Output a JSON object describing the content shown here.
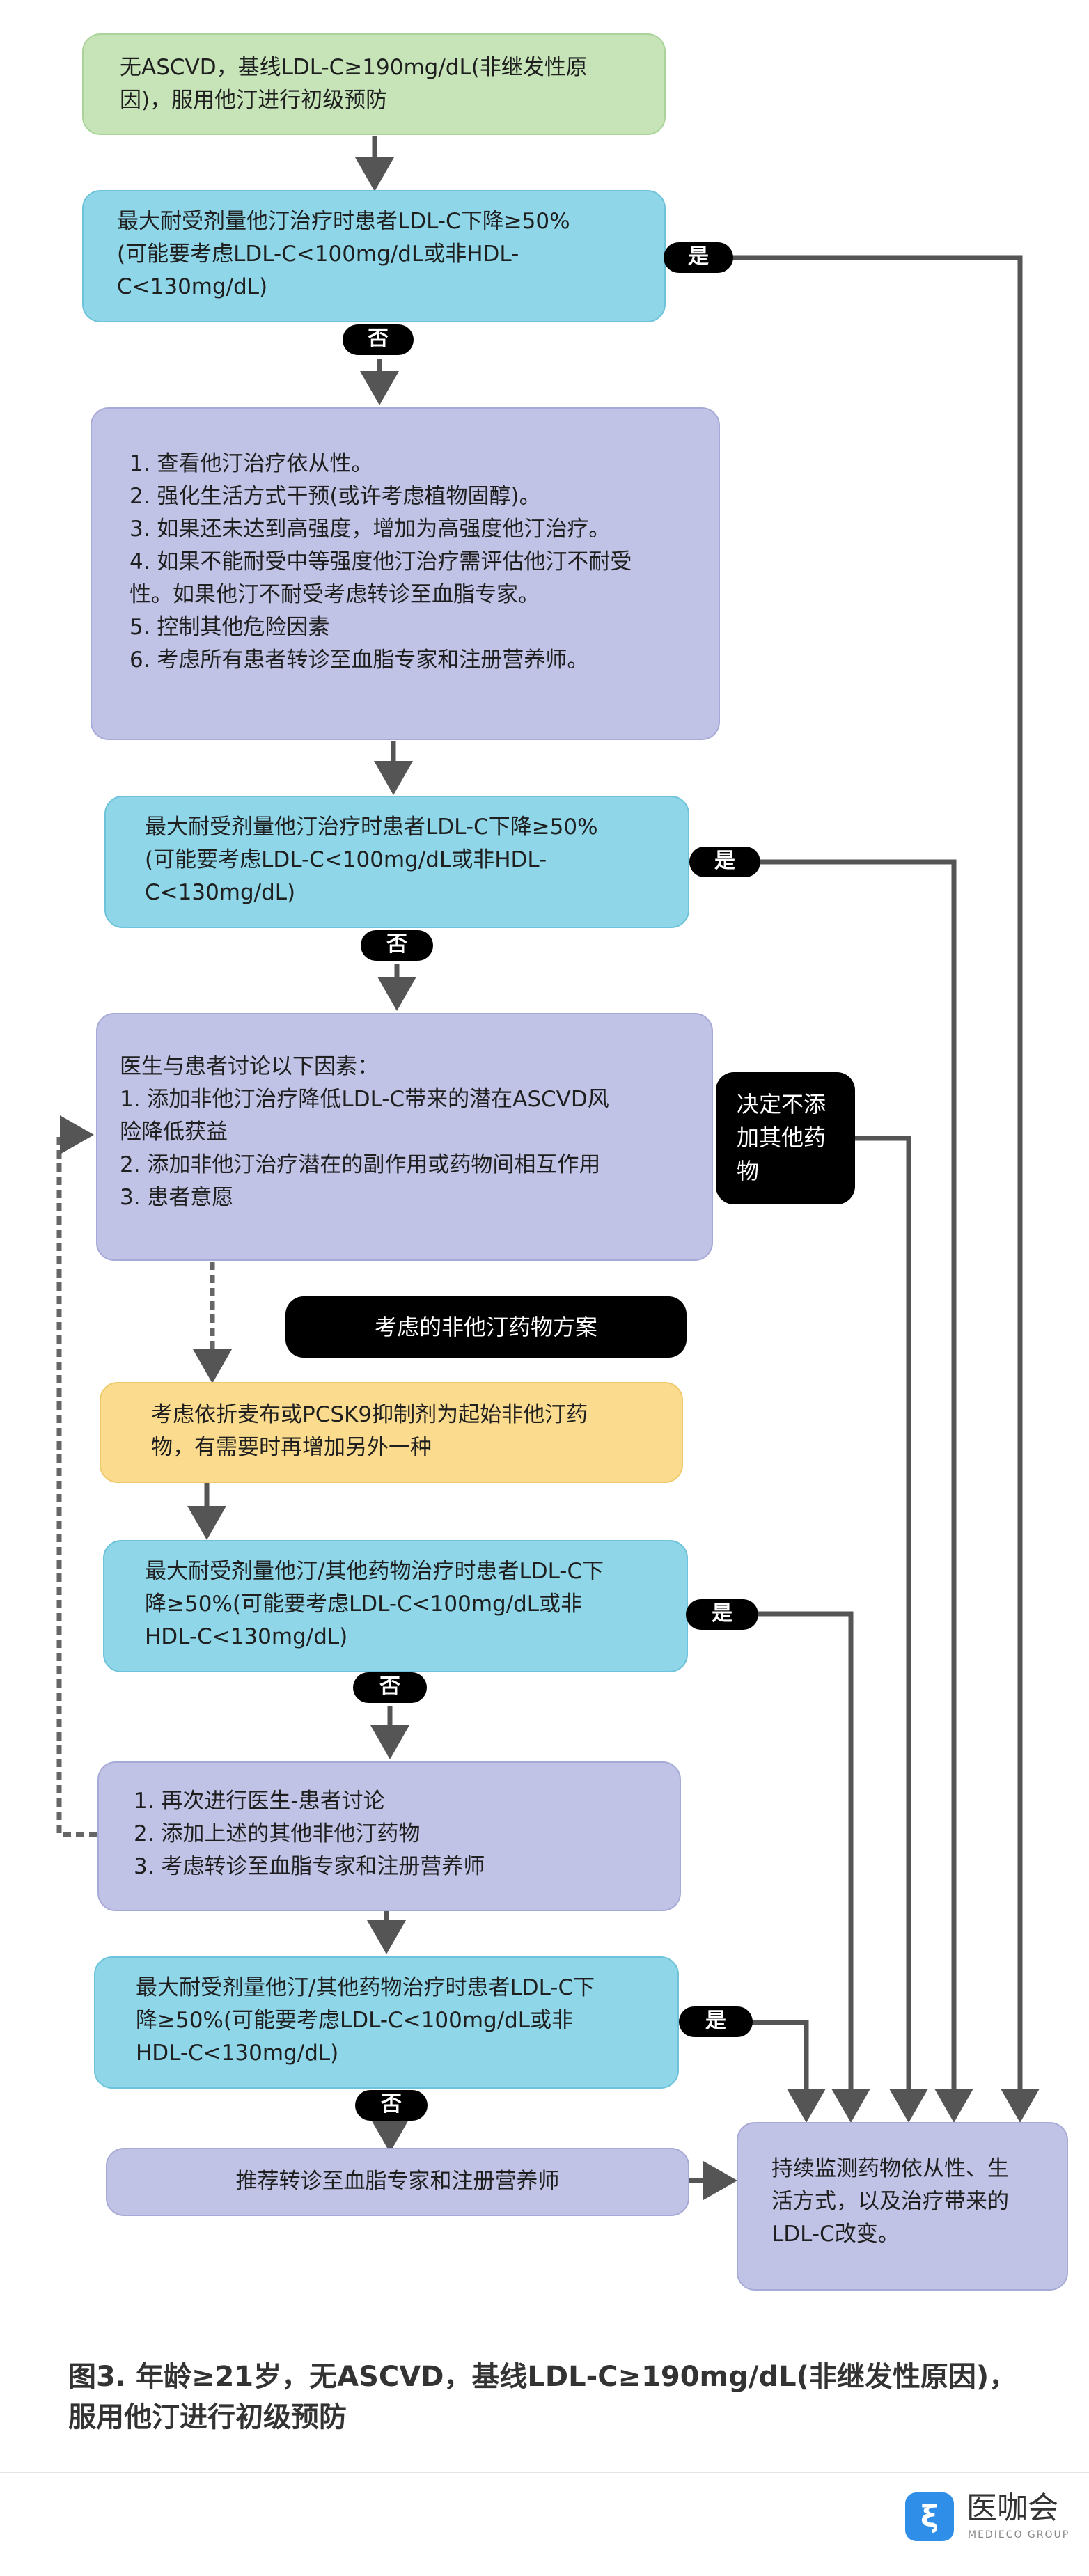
{
  "flowchart": {
    "start": [
      "无ASCVD，基线LDL-C≥190mg/dL(非继发性原",
      "因)，服用他汀进行初级预防"
    ],
    "check1": [
      "最大耐受剂量他汀治疗时患者LDL-C下降≥50%",
      "(可能要考虑LDL-C<100mg/dL或非HDL-",
      "C<130mg/dL)"
    ],
    "steps1": [
      "1. 查看他汀治疗依从性。",
      "2. 强化生活方式干预(或许考虑植物固醇)。",
      "3. 如果还未达到高强度，增加为高强度他汀治疗。",
      "4. 如果不能耐受中等强度他汀治疗需评估他汀不耐受",
      "性。如果他汀不耐受考虑转诊至血脂专家。",
      "5. 控制其他危险因素",
      "6. 考虑所有患者转诊至血脂专家和注册营养师。"
    ],
    "check2": [
      "最大耐受剂量他汀治疗时患者LDL-C下降≥50%",
      "(可能要考虑LDL-C<100mg/dL或非HDL-",
      "C<130mg/dL)"
    ],
    "discuss": [
      "医生与患者讨论以下因素：",
      "1. 添加非他汀治疗降低LDL-C带来的潜在ASCVD风",
      "险降低获益",
      "2. 添加非他汀治疗潜在的副作用或药物间相互作用",
      "3. 患者意愿"
    ],
    "decide_no": [
      "决定不添",
      "加其他药",
      "物"
    ],
    "nonstatin_header": "考虑的非他汀药物方案",
    "nonstatin": [
      "考虑依折麦布或PCSK9抑制剂为起始非他汀药",
      "物，有需要时再增加另外一种"
    ],
    "check3": [
      "最大耐受剂量他汀/其他药物治疗时患者LDL-C下",
      "降≥50%(可能要考虑LDL-C<100mg/dL或非",
      "HDL-C<130mg/dL)"
    ],
    "steps2": [
      "1. 再次进行医生-患者讨论",
      "2. 添加上述的其他非他汀药物",
      "3. 考虑转诊至血脂专家和注册营养师"
    ],
    "check4": [
      "最大耐受剂量他汀/其他药物治疗时患者LDL-C下",
      "降≥50%(可能要考虑LDL-C<100mg/dL或非",
      "HDL-C<130mg/dL)"
    ],
    "refer": "推荐转诊至血脂专家和注册营养师",
    "monitor": [
      "持续监测药物依从性、生",
      "活方式，以及治疗带来的",
      "LDL-C改变。"
    ],
    "yes": "是",
    "no": "否"
  },
  "caption": [
    "图3. 年龄≥21岁，无ASCVD，基线LDL-C≥190mg/dL(非继发性原因)，",
    "服用他汀进行初级预防"
  ],
  "brand": {
    "name_cn": "医咖会",
    "name_en": "MEDIECO GROUP",
    "logo_glyph": "ξ"
  },
  "colors": {
    "green": "#c6e4b8",
    "blue": "#8ed6e8",
    "purple": "#c1c3e6",
    "yellow": "#fbdc8e",
    "arrow": "#555555"
  }
}
